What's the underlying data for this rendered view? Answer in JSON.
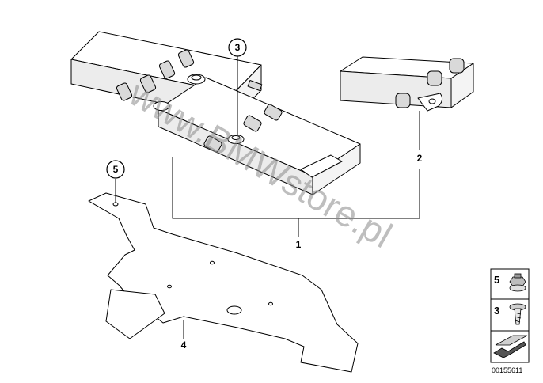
{
  "watermark": "www.BMWstore.pl",
  "callouts": {
    "c1": "1",
    "c2": "2",
    "c3": "3",
    "c4": "4",
    "c5": "5"
  },
  "legend": {
    "item5": "5",
    "item3": "3"
  },
  "diagram_number": "00155611",
  "colors": {
    "line": "#000000",
    "body_top": "#ffffff",
    "body_side": "#e8e8e8",
    "connector": "#d9d9d9",
    "watermark": "#8a8a8a"
  }
}
